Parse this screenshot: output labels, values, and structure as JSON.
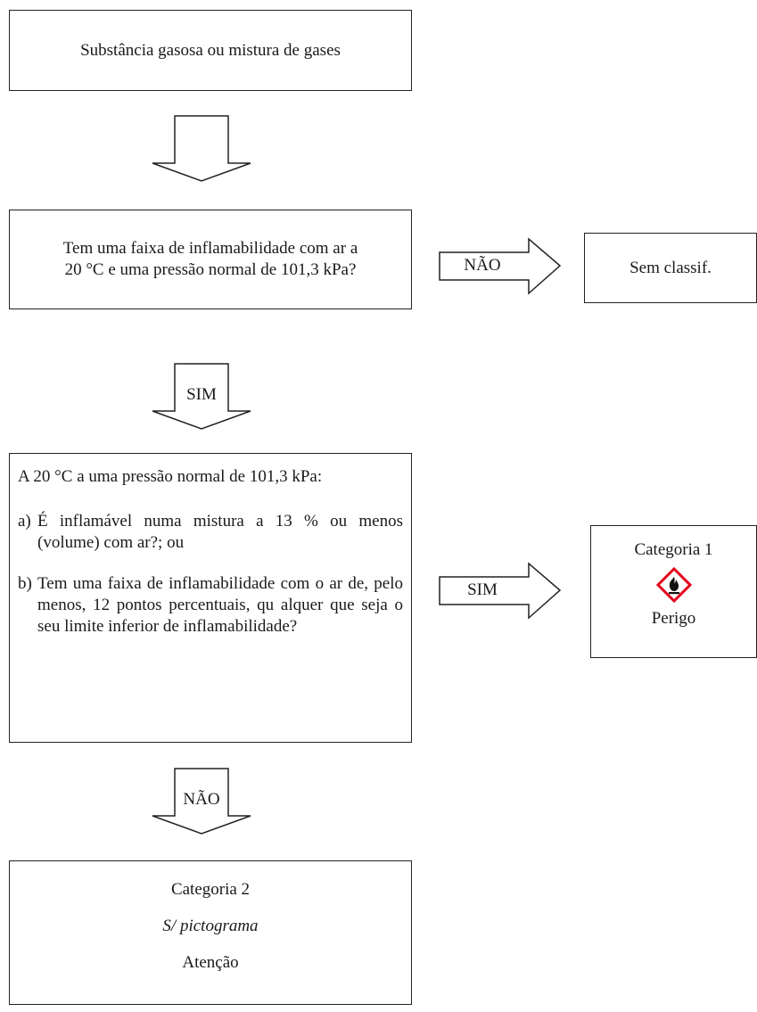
{
  "start_box": {
    "text": "Substância gasosa ou mistura de gases"
  },
  "question1": {
    "line1": "Tem uma faixa de inflamabilidade com ar a",
    "line2": "20 °C e uma pressão normal de 101,3 kPa?"
  },
  "arrow_q1_no": {
    "label": "NÃO"
  },
  "not_classified": {
    "text": "Sem classif."
  },
  "arrow_q1_yes": {
    "label": "SIM"
  },
  "question2": {
    "intro": "A 20 °C a uma pressão normal de 101,3 kPa:",
    "item_a_marker": "a)",
    "item_a": "É inflamável numa mistura a 13 % ou menos (volume) com ar?; ou",
    "item_b_marker": "b)",
    "item_b": "Tem uma faixa de inflamabilidade com o ar de, pelo menos, 12 pontos percentuais, qu alquer que seja o seu limite inferior de inflamabilidade?"
  },
  "arrow_q2_yes": {
    "label": "SIM"
  },
  "category1": {
    "title": "Categoria 1",
    "signal": "Perigo",
    "pictogram": "flame-ghs-pictogram"
  },
  "arrow_q2_no": {
    "label": "NÃO"
  },
  "category2": {
    "title": "Categoria 2",
    "pictogram_note": "S/ pictograma",
    "signal": "Atenção"
  },
  "colors": {
    "line": "#222222",
    "pictogram_border": "#e3001b"
  }
}
